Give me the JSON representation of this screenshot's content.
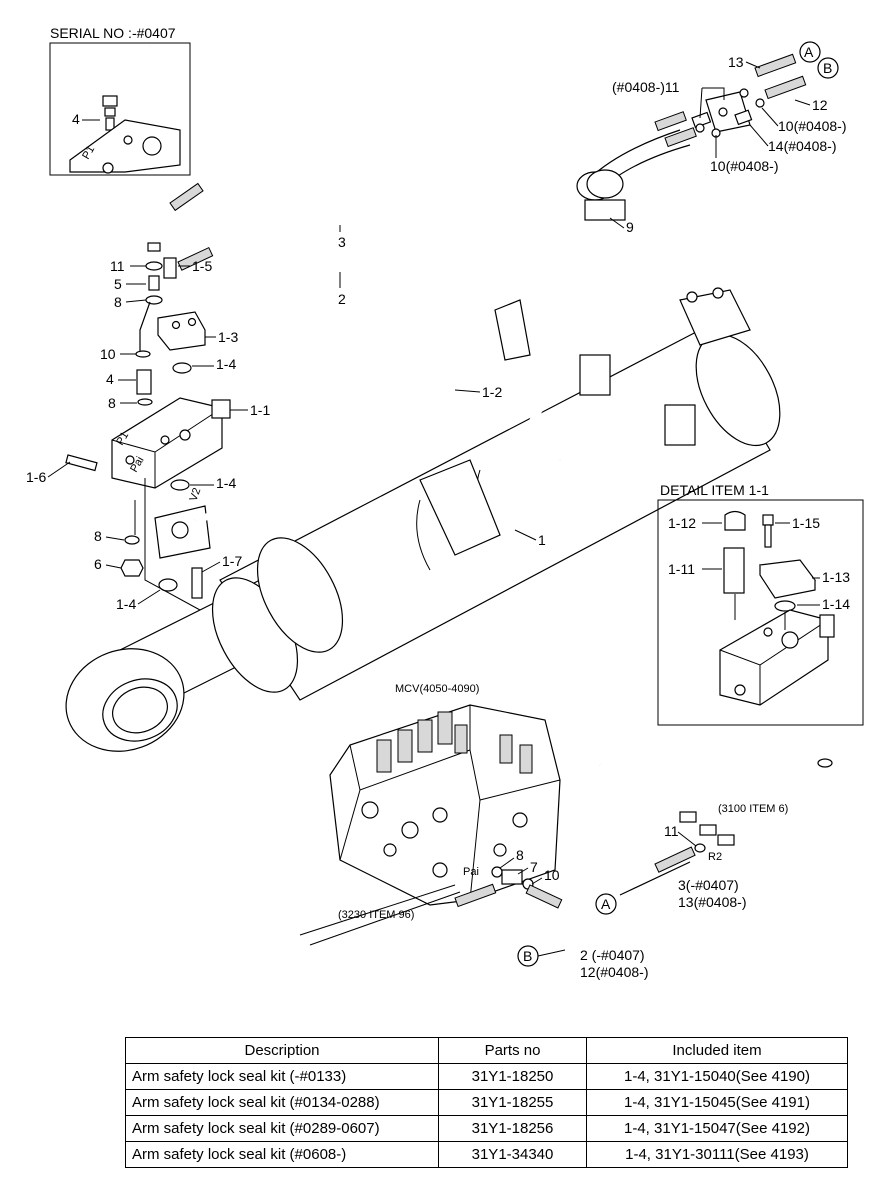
{
  "inset_serial": {
    "title": "SERIAL NO :-#0407",
    "label_4": "4"
  },
  "detail_box": {
    "title": "DETAIL ITEM 1-1",
    "labels": {
      "l_1_12": "1-12",
      "l_1_15": "1-15",
      "l_1_11": "1-11",
      "l_1_13": "1-13",
      "l_1_14": "1-14"
    }
  },
  "callouts": {
    "c13": "13",
    "cA": "A",
    "cB": "B",
    "c0408_11": "(#0408-)11",
    "c12": "12",
    "c10_0408a": "10(#0408-)",
    "c14_0408": "14(#0408-)",
    "c10_0408b": "10(#0408-)",
    "c9": "9",
    "c3": "3",
    "c2": "2",
    "c11": "11",
    "c1_5": "1-5",
    "c5": "5",
    "c8a": "8",
    "c1_3": "1-3",
    "c10": "10",
    "c1_4a": "1-4",
    "c4": "4",
    "c1_2": "1-2",
    "c8b": "8",
    "c1_1": "1-1",
    "c1_6": "1-6",
    "c1_4b": "1-4",
    "c8c": "8",
    "c1": "1",
    "c6": "6",
    "c1_7": "1-7",
    "c1_4c": "1-4"
  },
  "mcv": {
    "title": "MCV(4050-4090)",
    "ref_3230": "(3230 ITEM 96)",
    "label_pai": "Pai",
    "c8": "8",
    "c7": "7",
    "c10": "10",
    "cB": "B",
    "c2_0407": "2 (-#0407)",
    "c12_0408": "12(#0408-)"
  },
  "pipe_3100": {
    "ref": "(3100 ITEM 6)",
    "c11": "11",
    "label_r2": "R2",
    "cA": "A",
    "c3_0407": "3(-#0407)",
    "c13_0408": "13(#0408-)"
  },
  "table": {
    "headers": [
      "Description",
      "Parts no",
      "Included item"
    ],
    "rows": [
      [
        "Arm safety lock seal kit (-#0133)",
        "31Y1-18250",
        "1-4, 31Y1-15040(See 4190)"
      ],
      [
        "Arm safety lock seal kit (#0134-0288)",
        "31Y1-18255",
        "1-4, 31Y1-15045(See 4191)"
      ],
      [
        "Arm safety lock seal kit (#0289-0607)",
        "31Y1-18256",
        "1-4, 31Y1-15047(See 4192)"
      ],
      [
        "Arm safety lock seal kit (#0608-)",
        "31Y1-34340",
        "1-4, 31Y1-30111(See 4193)"
      ]
    ]
  }
}
